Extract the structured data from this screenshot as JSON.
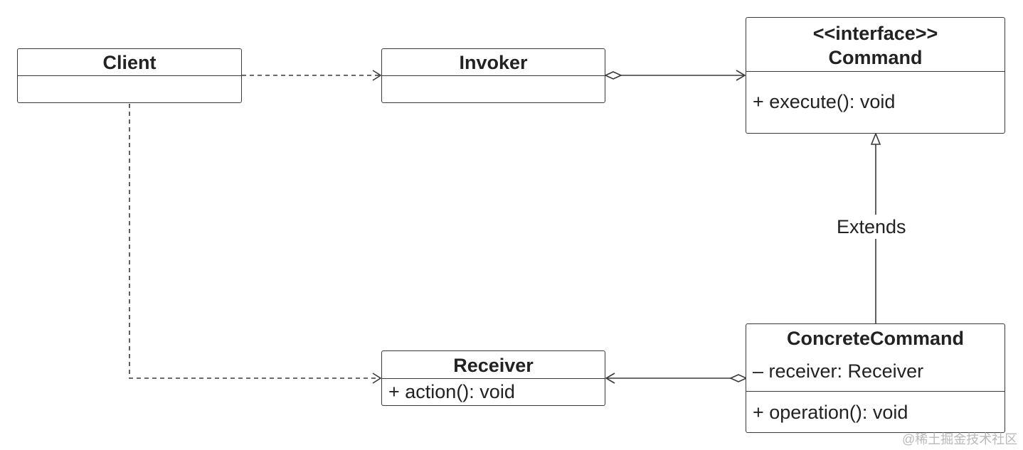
{
  "classes": {
    "client": {
      "name": "Client"
    },
    "invoker": {
      "name": "Invoker"
    },
    "command": {
      "stereotype": "<<interface>>",
      "name": "Command",
      "method": "+ execute(): void"
    },
    "receiver": {
      "name": "Receiver",
      "method": "+ action(): void"
    },
    "concrete": {
      "name": "ConcreteCommand",
      "field": "– receiver: Receiver",
      "method": "+ operation(): void"
    }
  },
  "relations": {
    "extends_label": "Extends"
  },
  "watermark": "@稀土掘金技术社区",
  "colors": {
    "line": "#3a3a3a",
    "text": "#222222",
    "watermark": "#b9b9b9"
  }
}
